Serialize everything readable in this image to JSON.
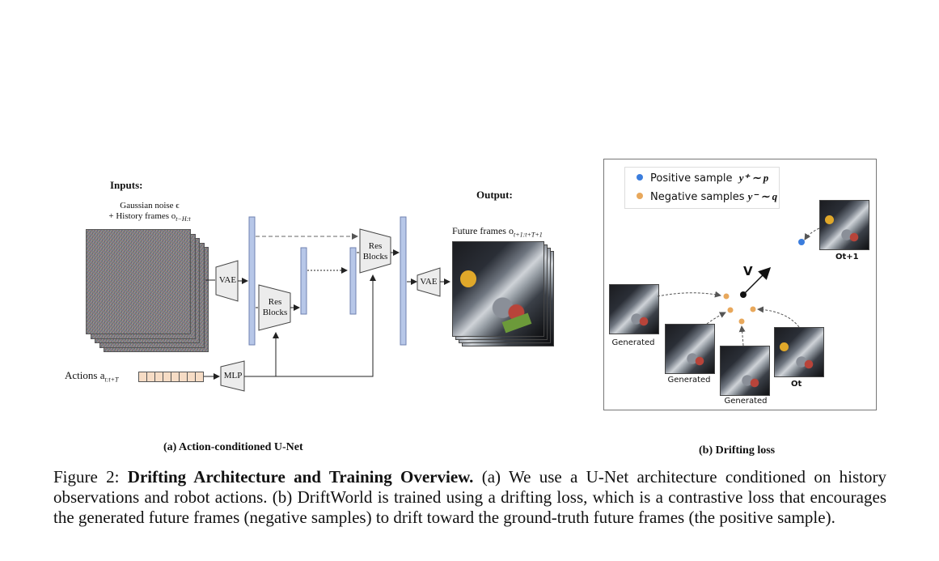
{
  "panel_a": {
    "inputs_title": "Inputs:",
    "noise_label": "Gaussian noise ϵ",
    "history_label": "+ History frames o",
    "history_sub": "t−H:t",
    "vae_left": "VAE",
    "res_blocks_low": "Res\nBlocks",
    "res_blocks_high": "Res\nBlocks",
    "vae_right": "VAE",
    "output_title": "Output:",
    "future_label": "Future frames o",
    "future_sub": "t+1:t+T+1",
    "actions_label": "Actions a",
    "actions_sub": "t:t+T",
    "mlp": "MLP",
    "caption": "(a) Action-conditioned U-Net"
  },
  "panel_b": {
    "legend": {
      "positive": "Positive sample",
      "positive_math": "y⁺ ∼ p",
      "negative": "Negative samples",
      "negative_math": "y⁻ ∼ q"
    },
    "v_label": "V",
    "ot1_label": "Ot+1",
    "ot_label": "Ot",
    "generated_labels": [
      "Generated",
      "Generated",
      "Generated"
    ],
    "caption": "(b) Drifting loss",
    "colors": {
      "positive": "#3b7ddd",
      "negative": "#e8a85c"
    }
  },
  "figure_caption": {
    "prefix": "Figure 2: ",
    "bold": "Drifting Architecture and Training Overview.",
    "text": " (a) We use a U-Net architecture conditioned on history observations and robot actions. (b) DriftWorld is trained using a drifting loss, which is a contrastive loss that encourages the generated future frames (negative samples) to drift toward the ground-truth future frames (the positive sample)."
  }
}
